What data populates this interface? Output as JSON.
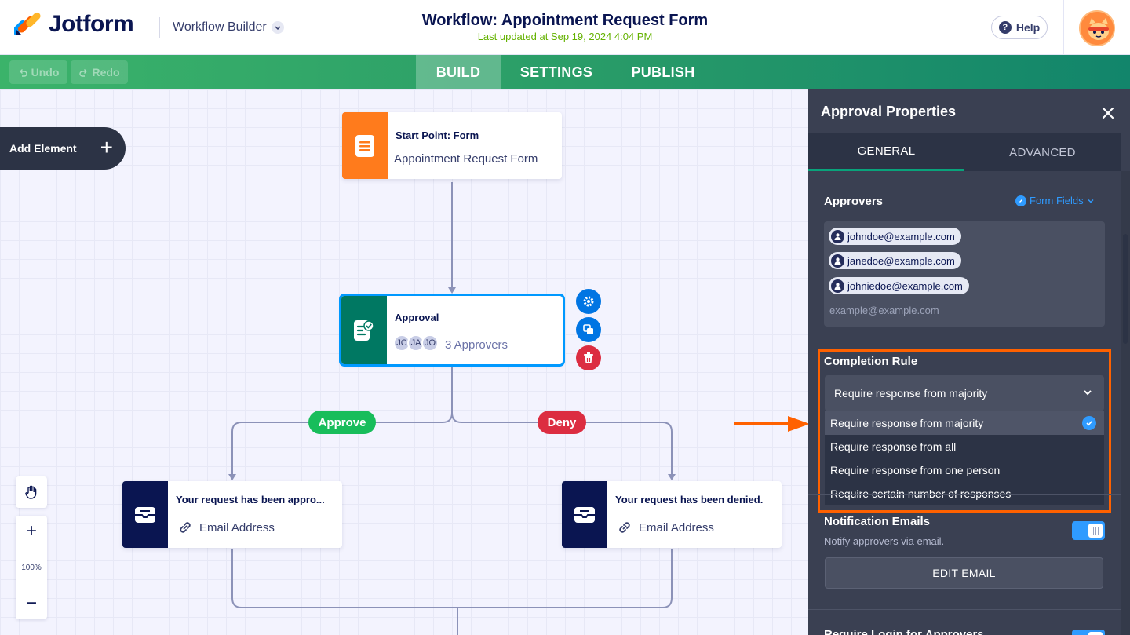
{
  "header": {
    "brand": "Jotform",
    "app_menu": "Workflow Builder",
    "title": "Workflow: Appointment Request Form",
    "updated": "Last updated at Sep 19, 2024 4:04 PM",
    "help": "Help"
  },
  "toolbar": {
    "undo": "Undo",
    "redo": "Redo",
    "tabs": [
      "BUILD",
      "SETTINGS",
      "PUBLISH"
    ],
    "active_tab": "BUILD"
  },
  "canvas": {
    "add_element": "Add Element",
    "start_node": {
      "title": "Start Point: Form",
      "subtitle": "Appointment Request Form"
    },
    "approval_node": {
      "title": "Approval",
      "approvers_count": "3 Approvers",
      "initials": [
        "JC",
        "JA",
        "JO"
      ]
    },
    "branches": {
      "approve": "Approve",
      "deny": "Deny"
    },
    "approve_email_node": {
      "title": "Your request has been appro...",
      "subtitle": "Email Address"
    },
    "deny_email_node": {
      "title": "Your request has been denied.",
      "subtitle": "Email Address"
    },
    "zoom_level": "100%"
  },
  "panel": {
    "title": "Approval Properties",
    "tabs": [
      "GENERAL",
      "ADVANCED"
    ],
    "approvers_label": "Approvers",
    "form_fields": "Form Fields",
    "approvers": [
      "johndoe@example.com",
      "janedoe@example.com",
      "johniedoe@example.com"
    ],
    "approver_placeholder": "example@example.com",
    "completion_rule_label": "Completion Rule",
    "completion_rule_selected": "Require response from majority",
    "completion_rule_options": [
      "Require response from majority",
      "Require response from all",
      "Require response from one person",
      "Require certain number of responses"
    ],
    "notification_label": "Notification Emails",
    "notification_desc": "Notify approvers via email.",
    "notification_enabled": true,
    "edit_email": "EDIT EMAIL",
    "login_label": "Require Login for Approvers"
  },
  "colors": {
    "accent_green": "#2a9d68",
    "start_orange": "#ff7b1c",
    "approval_teal": "#007862",
    "email_navy": "#0a1551",
    "approve_green": "#18bd5b",
    "deny_red": "#dc2d41",
    "highlight_orange": "#ff6100",
    "link_blue": "#2f9bff"
  }
}
